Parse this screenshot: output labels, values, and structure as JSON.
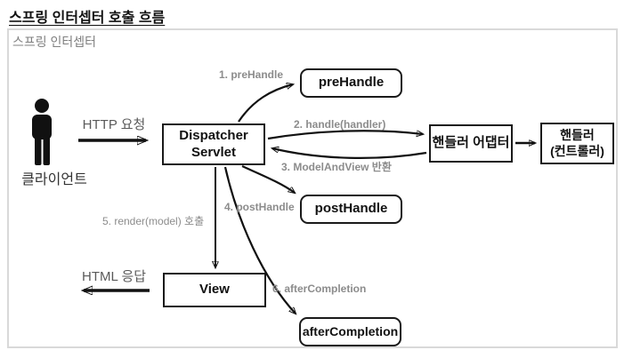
{
  "title": "스프링 인터셉터 호출 흐름",
  "container": {
    "label": "스프링 인터셉터"
  },
  "client": {
    "label": "클라이언트"
  },
  "nodes": {
    "dispatcher": {
      "line1": "Dispatcher",
      "line2": "Servlet"
    },
    "preHandle": {
      "label": "preHandle"
    },
    "postHandle": {
      "label": "postHandle"
    },
    "afterCompletion": {
      "label": "afterCompletion"
    },
    "handlerAdapter": {
      "label": "핸들러 어댑터"
    },
    "handlerController": {
      "line1": "핸들러",
      "line2": "(컨트롤러)"
    },
    "view": {
      "label": "View"
    }
  },
  "edges": {
    "httpRequest": {
      "label": "HTTP 요청"
    },
    "step1": {
      "label": "1. preHandle"
    },
    "step2": {
      "label": "2. handle(handler)"
    },
    "step3": {
      "label": "3. ModelAndView 반환"
    },
    "step4": {
      "label": "4. postHandle"
    },
    "step5": {
      "label": "5. render(model) 호출"
    },
    "step6": {
      "label": "6. afterCompletion"
    },
    "htmlResponse": {
      "label": "HTML 응답"
    }
  },
  "colors": {
    "node_border": "#1a1a1a",
    "node_text": "#111111",
    "edge_label_gray": "#8c8c8c",
    "flow_label_gray": "#5a5a5a",
    "client_label": "#333333",
    "container_border": "#d9d9d9",
    "arrow": "#111111",
    "background": "#ffffff"
  }
}
